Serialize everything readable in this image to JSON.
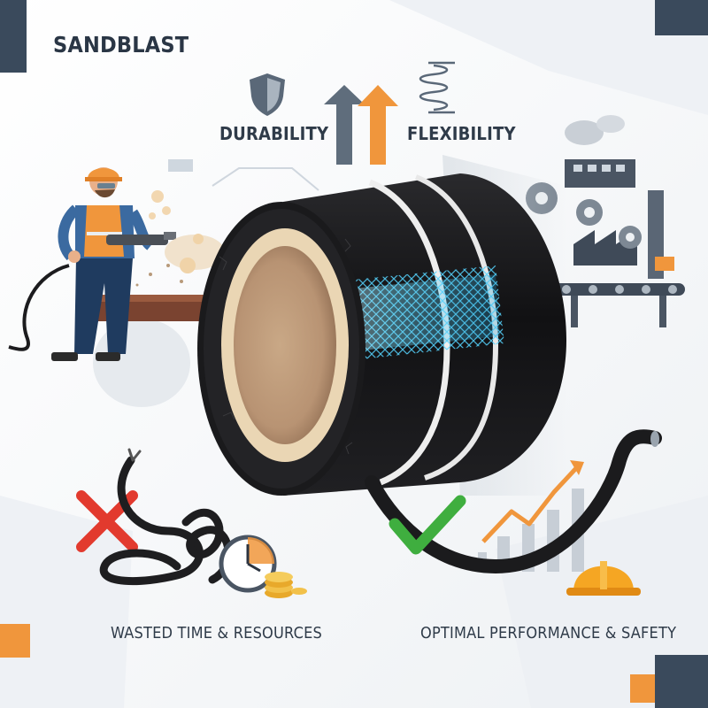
{
  "heading": "SANDBLAST",
  "benefits": {
    "durability": "DURABILITY",
    "flexibility": "FLEXIBILITY"
  },
  "captions": {
    "left": "WASTED TIME & RESOURCES",
    "right": "OPTIMAL PERFORMANCE & SAFETY"
  },
  "colors": {
    "accent_orange": "#f0963c",
    "slate": "#3a4a5c",
    "hose_black": "#1b1b1d",
    "liner_beige": "#e9d2aa",
    "reinforcement_blue": "#3ec8f0",
    "bad_red": "#e23a2e",
    "good_green": "#3fae3f"
  },
  "icons": [
    "shield-icon",
    "up-arrows-icon",
    "spring-icon",
    "cross-icon",
    "check-icon",
    "clock-icon",
    "coins-icon",
    "gear-icon",
    "factory-icon",
    "growth-chart-icon",
    "hard-hat-icon"
  ]
}
